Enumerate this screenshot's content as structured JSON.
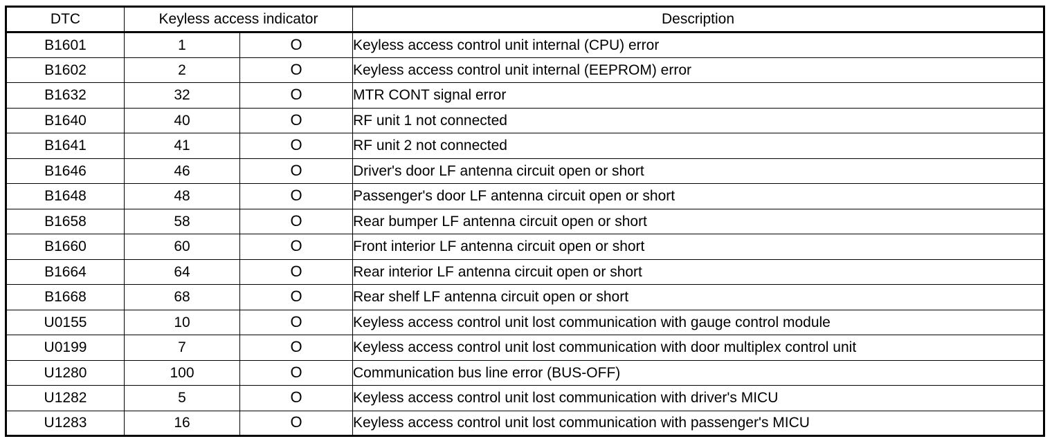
{
  "table": {
    "headers": {
      "dtc": "DTC",
      "indicator_group": "Keyless access indicator",
      "description": "Description"
    },
    "indicator_symbol": "O",
    "rows": [
      {
        "dtc": "B1601",
        "blink": "1",
        "indicator": "O",
        "description": "Keyless access control unit internal (CPU) error"
      },
      {
        "dtc": "B1602",
        "blink": "2",
        "indicator": "O",
        "description": "Keyless access control unit internal (EEPROM) error"
      },
      {
        "dtc": "B1632",
        "blink": "32",
        "indicator": "O",
        "description": "MTR CONT signal error"
      },
      {
        "dtc": "B1640",
        "blink": "40",
        "indicator": "O",
        "description": "RF unit 1 not connected"
      },
      {
        "dtc": "B1641",
        "blink": "41",
        "indicator": "O",
        "description": "RF unit 2 not connected"
      },
      {
        "dtc": "B1646",
        "blink": "46",
        "indicator": "O",
        "description": "Driver's door LF antenna circuit open or short"
      },
      {
        "dtc": "B1648",
        "blink": "48",
        "indicator": "O",
        "description": "Passenger's door LF antenna circuit open or short"
      },
      {
        "dtc": "B1658",
        "blink": "58",
        "indicator": "O",
        "description": "Rear bumper LF antenna circuit open or short"
      },
      {
        "dtc": "B1660",
        "blink": "60",
        "indicator": "O",
        "description": "Front interior LF antenna circuit open or short"
      },
      {
        "dtc": "B1664",
        "blink": "64",
        "indicator": "O",
        "description": "Rear interior LF antenna circuit open or short"
      },
      {
        "dtc": "B1668",
        "blink": "68",
        "indicator": "O",
        "description": "Rear shelf LF antenna circuit open or short"
      },
      {
        "dtc": "U0155",
        "blink": "10",
        "indicator": "O",
        "description": "Keyless access control unit lost communication with gauge control module"
      },
      {
        "dtc": "U0199",
        "blink": "7",
        "indicator": "O",
        "description": "Keyless access control unit lost communication with door multiplex control unit"
      },
      {
        "dtc": "U1280",
        "blink": "100",
        "indicator": "O",
        "description": "Communication bus line error (BUS-OFF)"
      },
      {
        "dtc": "U1282",
        "blink": "5",
        "indicator": "O",
        "description": "Keyless access control unit lost communication with driver's MICU"
      },
      {
        "dtc": "U1283",
        "blink": "16",
        "indicator": "O",
        "description": "Keyless access control unit lost communication with passenger's MICU"
      }
    ]
  },
  "colors": {
    "border": "#000000",
    "background": "#ffffff",
    "text": "#000000"
  }
}
